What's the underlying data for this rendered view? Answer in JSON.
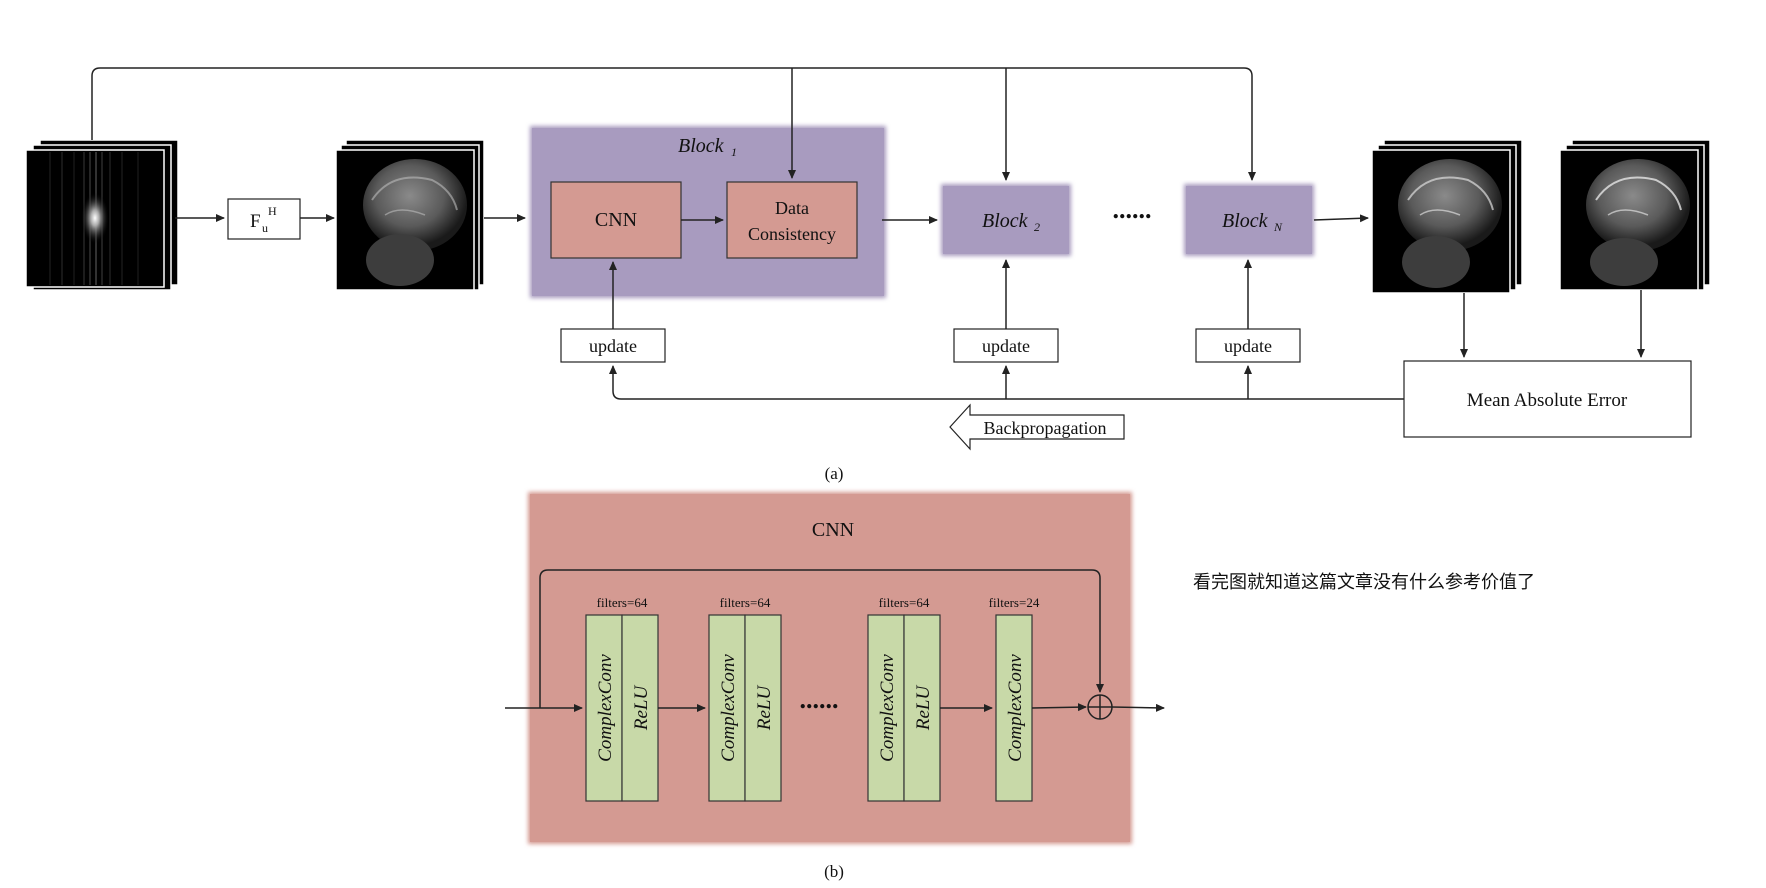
{
  "panel_a": {
    "fu_label": "F",
    "fu_sub": "u",
    "fu_sup": "H",
    "block1": {
      "name": "Block",
      "sub": "1"
    },
    "cnn_label": "CNN",
    "dc_line1": "Data",
    "dc_line2": "Consistency",
    "block2": {
      "name": "Block",
      "sub": "2"
    },
    "blockN": {
      "name": "Block",
      "sub": "N"
    },
    "ellipsis": "......",
    "update_labels": [
      "update",
      "update",
      "update"
    ],
    "mae_label": "Mean Absolute Error",
    "backprop_label": "Backpropagation",
    "caption": "(a)"
  },
  "panel_b": {
    "title": "CNN",
    "units": [
      {
        "filters": "filters=64",
        "layers": [
          "ComplexConv",
          "ReLU"
        ]
      },
      {
        "filters": "filters=64",
        "layers": [
          "ComplexConv",
          "ReLU"
        ]
      },
      {
        "filters": "filters=64",
        "layers": [
          "ComplexConv",
          "ReLU"
        ]
      },
      {
        "filters": "filters=24",
        "layers": [
          "ComplexConv"
        ]
      }
    ],
    "ellipsis": "......",
    "caption": "(b)"
  },
  "note": "看完图就知道这篇文章没有什么参考价值了",
  "colors": {
    "block_fill": "#a89bbf",
    "cnn_fill": "#d49a92",
    "layer_fill": "#c8d9a8",
    "line": "#222222"
  },
  "icons": [
    "kspace-stack-image",
    "mri-brain-stack-image",
    "sum-icon",
    "backprop-arrow-icon"
  ]
}
